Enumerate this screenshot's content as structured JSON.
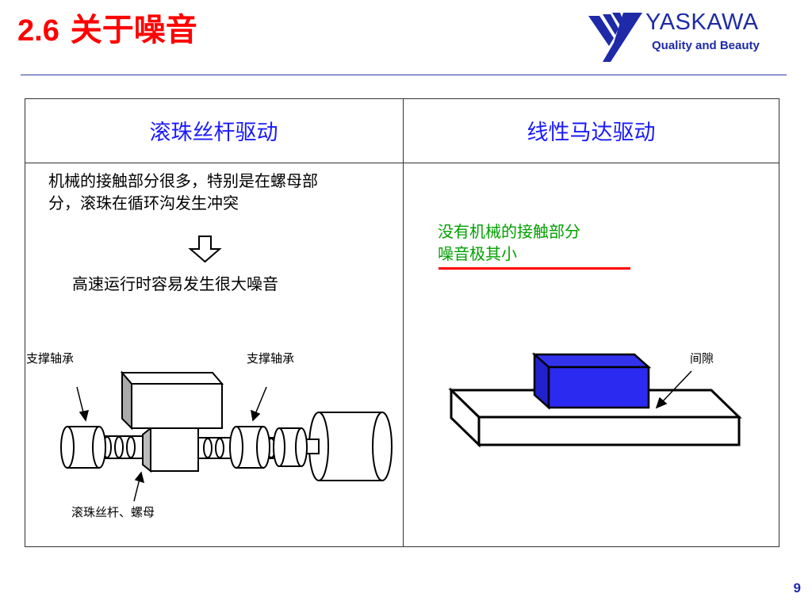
{
  "title": {
    "number": "2.6",
    "text": "关于噪音"
  },
  "logo": {
    "brand": "YASKAWA",
    "tagline": "Quality and Beauty",
    "color": "#1e2aa8"
  },
  "table": {
    "left_header": "滚珠丝杆驱动",
    "right_header": "线性马达驱动",
    "left_desc_line1": "机械的接触部分很多，特别是在螺母部",
    "left_desc_line2": "分，滚珠在循环沟发生冲突",
    "left_result": "高速运行时容易发生很大噪音",
    "right_desc_line1": "没有机械的接触部分",
    "right_desc_line2": "噪音极其小",
    "header_color": "#1a1aff",
    "right_text_color": "#00a000"
  },
  "diagram_labels": {
    "bearing_left": "支撑轴承",
    "bearing_right": "支撑轴承",
    "screw_nut": "滚珠丝杆、螺母",
    "gap": "间隙"
  },
  "icons": {
    "down_arrow": "hollow-down-arrow-icon",
    "logo_mark": "yaskawa-logo-mark-icon"
  },
  "page_number": "9"
}
